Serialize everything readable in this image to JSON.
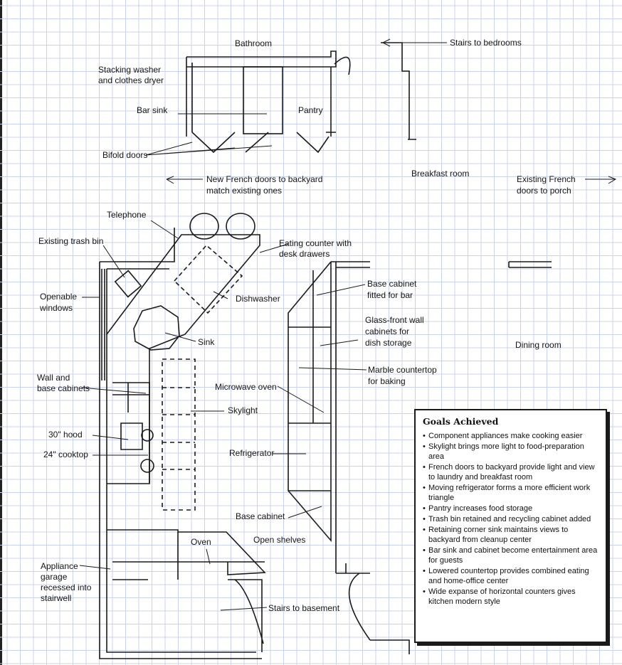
{
  "labels": {
    "bathroom": "Bathroom",
    "stairs_bedrooms": "Stairs to bedrooms",
    "washer_dryer_1": "Stacking washer",
    "washer_dryer_2": "and clothes dryer",
    "bar_sink": "Bar sink",
    "pantry": "Pantry",
    "bifold_doors": "Bifold doors",
    "french_doors_1": "New French doors to backyard",
    "french_doors_2": "match existing ones",
    "breakfast_room": "Breakfast room",
    "existing_french_1": "Existing French",
    "existing_french_2": "doors to porch",
    "telephone": "Telephone",
    "trash_bin": "Existing trash bin",
    "eating_counter_1": "Eating counter with",
    "eating_counter_2": "desk drawers",
    "openable_1": "Openable",
    "openable_2": "windows",
    "dishwasher": "Dishwasher",
    "base_cabinet_bar_1": "Base cabinet",
    "base_cabinet_bar_2": "fitted for bar",
    "glass_front_1": "Glass-front wall",
    "glass_front_2": "cabinets for",
    "glass_front_3": "dish storage",
    "sink": "Sink",
    "dining_room": "Dining room",
    "wall_base_1": "Wall and",
    "wall_base_2": "base cabinets",
    "marble_1": "Marble countertop",
    "marble_2": "for baking",
    "microwave": "Microwave oven",
    "skylight": "Skylight",
    "hood": "30\" hood",
    "cooktop": "24\" cooktop",
    "refrigerator": "Refrigerator",
    "base_cabinet": "Base cabinet",
    "oven": "Oven",
    "open_shelves": "Open shelves",
    "appliance_1": "Appliance",
    "appliance_2": "garage",
    "appliance_3": "recessed into",
    "appliance_4": "stairwell",
    "stairs_basement": "Stairs to basement"
  },
  "goals": {
    "title": "Goals Achieved",
    "items": [
      "Component appliances make cooking easier",
      "Skylight brings more light to food-preparation area",
      "French doors to backyard provide light and view to laundry and breakfast room",
      "Moving refrigerator forms a more efficient work triangle",
      "Pantry increases food storage",
      "Trash bin retained and recycling cabinet added",
      "Retaining corner sink maintains views to backyard from cleanup center",
      "Bar sink and cabinet become entertainment area for guests",
      "Lowered countertop provides combined eating and home-office center",
      "Wide expanse of horizontal counters gives kitchen modern style"
    ]
  },
  "colors": {
    "grid": "#c9d3e8",
    "line": "#1a1a1a"
  }
}
